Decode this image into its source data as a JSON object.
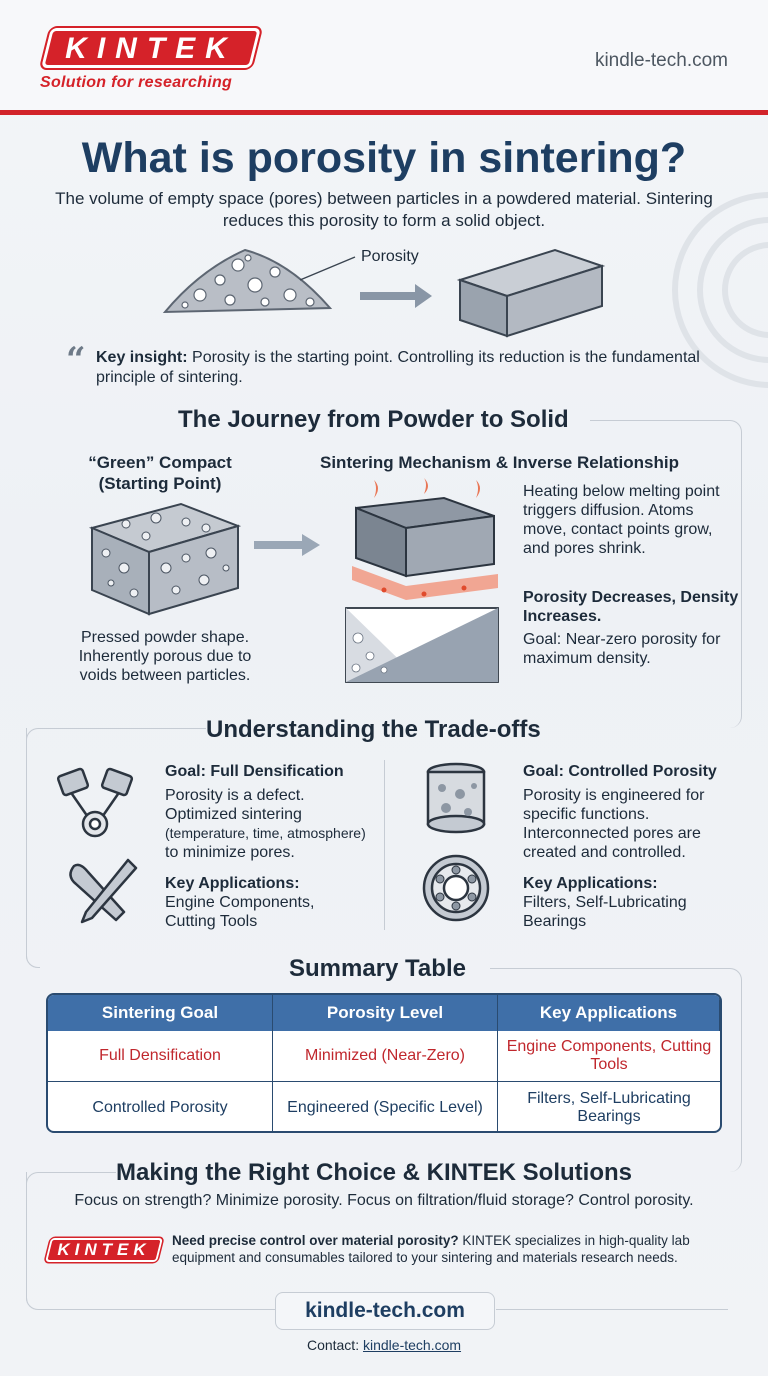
{
  "header": {
    "logo": "KINTEK",
    "tagline": "Solution for researching",
    "site": "kindle-tech.com"
  },
  "title": "What is porosity in sintering?",
  "subtitle": "The volume of empty space (pores) between particles in a powdered material. Sintering reduces this porosity to form a solid object.",
  "illustration": {
    "porosity_label": "Porosity"
  },
  "insight": {
    "label": "Key insight:",
    "text": "Porosity is the starting point. Controlling its reduction is the fundamental principle of sintering."
  },
  "journey": {
    "title": "The Journey from Powder to Solid",
    "green_title_1": "“Green” Compact",
    "green_title_2": "(Starting Point)",
    "green_desc": "Pressed powder shape. Inherently porous due to voids between particles.",
    "mech_title": "Sintering Mechanism & Inverse Relationship",
    "mech_desc": "Heating below melting point triggers diffusion. Atoms move, contact points grow, and pores shrink.",
    "relation_title": "Porosity Decreases, Density Increases.",
    "relation_desc": "Goal: Near-zero porosity for maximum density."
  },
  "tradeoffs": {
    "title": "Understanding the Trade-offs",
    "left": {
      "goal": "Goal: Full Densification",
      "desc": "Porosity is a defect. Optimized sintering",
      "desc_small": "(temperature, time, atmosphere)",
      "desc_end": "to minimize pores.",
      "apps_label": "Key Applications:",
      "apps": "Engine Components, Cutting Tools"
    },
    "right": {
      "goal": "Goal: Controlled Porosity",
      "desc": "Porosity is engineered for specific functions. Interconnected pores are created and controlled.",
      "apps_label": "Key Applications:",
      "apps": "Filters, Self-Lubricating Bearings"
    }
  },
  "summary": {
    "title": "Summary Table",
    "headers": [
      "Sintering Goal",
      "Porosity Level",
      "Key Applications"
    ],
    "rows": [
      [
        "Full Densification",
        "Minimized (Near-Zero)",
        "Engine Components, Cutting Tools"
      ],
      [
        "Controlled Porosity",
        "Engineered (Specific Level)",
        "Filters, Self-Lubricating Bearings"
      ]
    ]
  },
  "choice": {
    "title": "Making the Right Choice & KINTEK Solutions",
    "text": "Focus on strength? Minimize porosity. Focus on filtration/fluid storage? Control porosity.",
    "badge": "KINTEK",
    "cta_bold": "Need precise control over material porosity?",
    "cta_text": " KINTEK specializes in high-quality lab equipment and consumables tailored to your sintering and materials research needs."
  },
  "footer": {
    "url": "kindle-tech.com",
    "contact_label": "Contact: ",
    "contact_link": "kindle-tech.com"
  },
  "colors": {
    "brand_red": "#d52229",
    "navy": "#1e3e62",
    "table_header": "#3f6fa8"
  }
}
